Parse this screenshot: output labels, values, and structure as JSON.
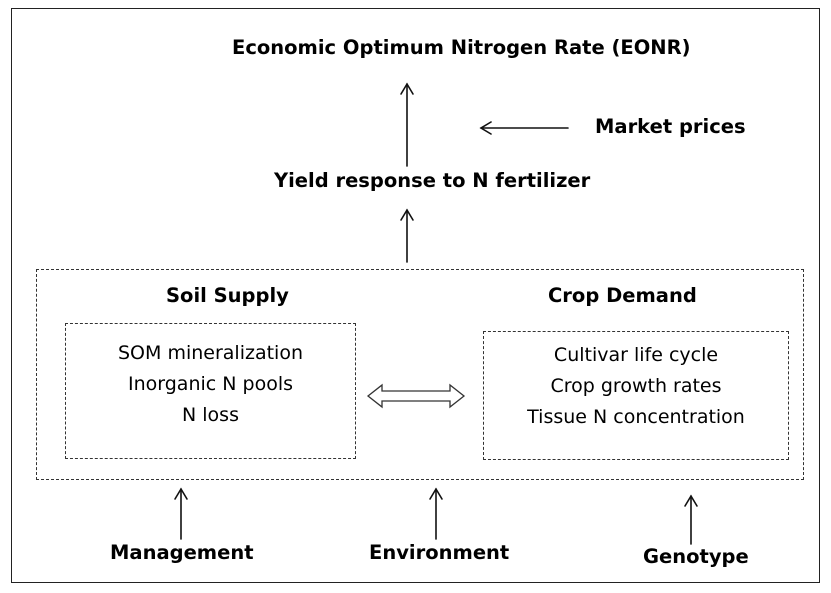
{
  "title": "Economic Optimum Nitrogen Rate (EONR)",
  "market": "Market prices",
  "yield": "Yield response to N fertilizer",
  "soil": {
    "heading": "Soil Supply",
    "items": [
      "SOM mineralization",
      "Inorganic N pools",
      "N loss"
    ]
  },
  "crop": {
    "heading": "Crop Demand",
    "items": [
      "Cultivar life cycle",
      "Crop growth rates",
      "Tissue N concentration"
    ]
  },
  "factors": {
    "management": "Management",
    "environment": "Environment",
    "genotype": "Genotype"
  }
}
